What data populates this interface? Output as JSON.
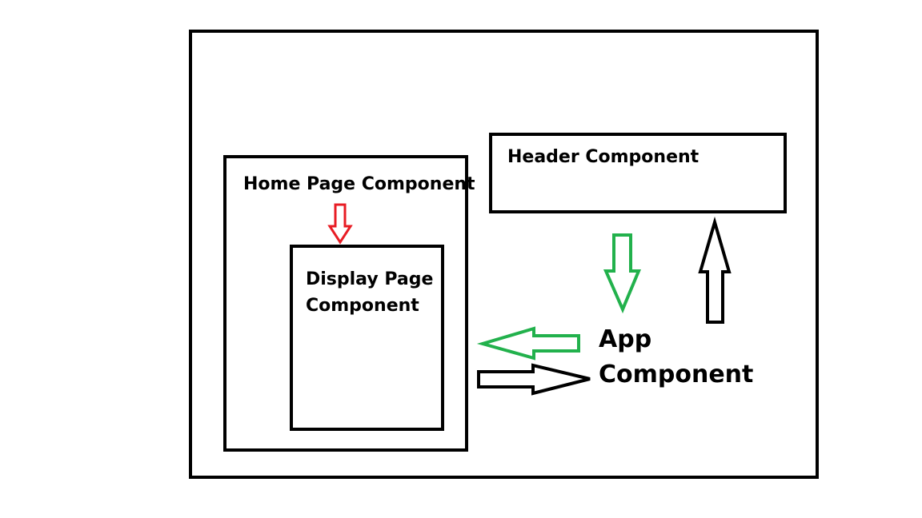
{
  "nodes": {
    "header": {
      "label": "Header Component"
    },
    "home": {
      "label": "Home Page Component"
    },
    "display": {
      "line1": "Display Page",
      "line2": "Component"
    },
    "app": {
      "line1": "App",
      "line2": "Component"
    }
  },
  "colors": {
    "border": "#000000",
    "red_arrow": "#e81c24",
    "green_arrow": "#22b14c",
    "black_arrow": "#000000"
  },
  "edges": [
    {
      "from": "home",
      "to": "display",
      "color": "red"
    },
    {
      "from": "header",
      "to": "app",
      "color": "green"
    },
    {
      "from": "app",
      "to": "header",
      "color": "black"
    },
    {
      "from": "app",
      "to": "home",
      "color": "green"
    },
    {
      "from": "home",
      "to": "app",
      "color": "black"
    }
  ]
}
